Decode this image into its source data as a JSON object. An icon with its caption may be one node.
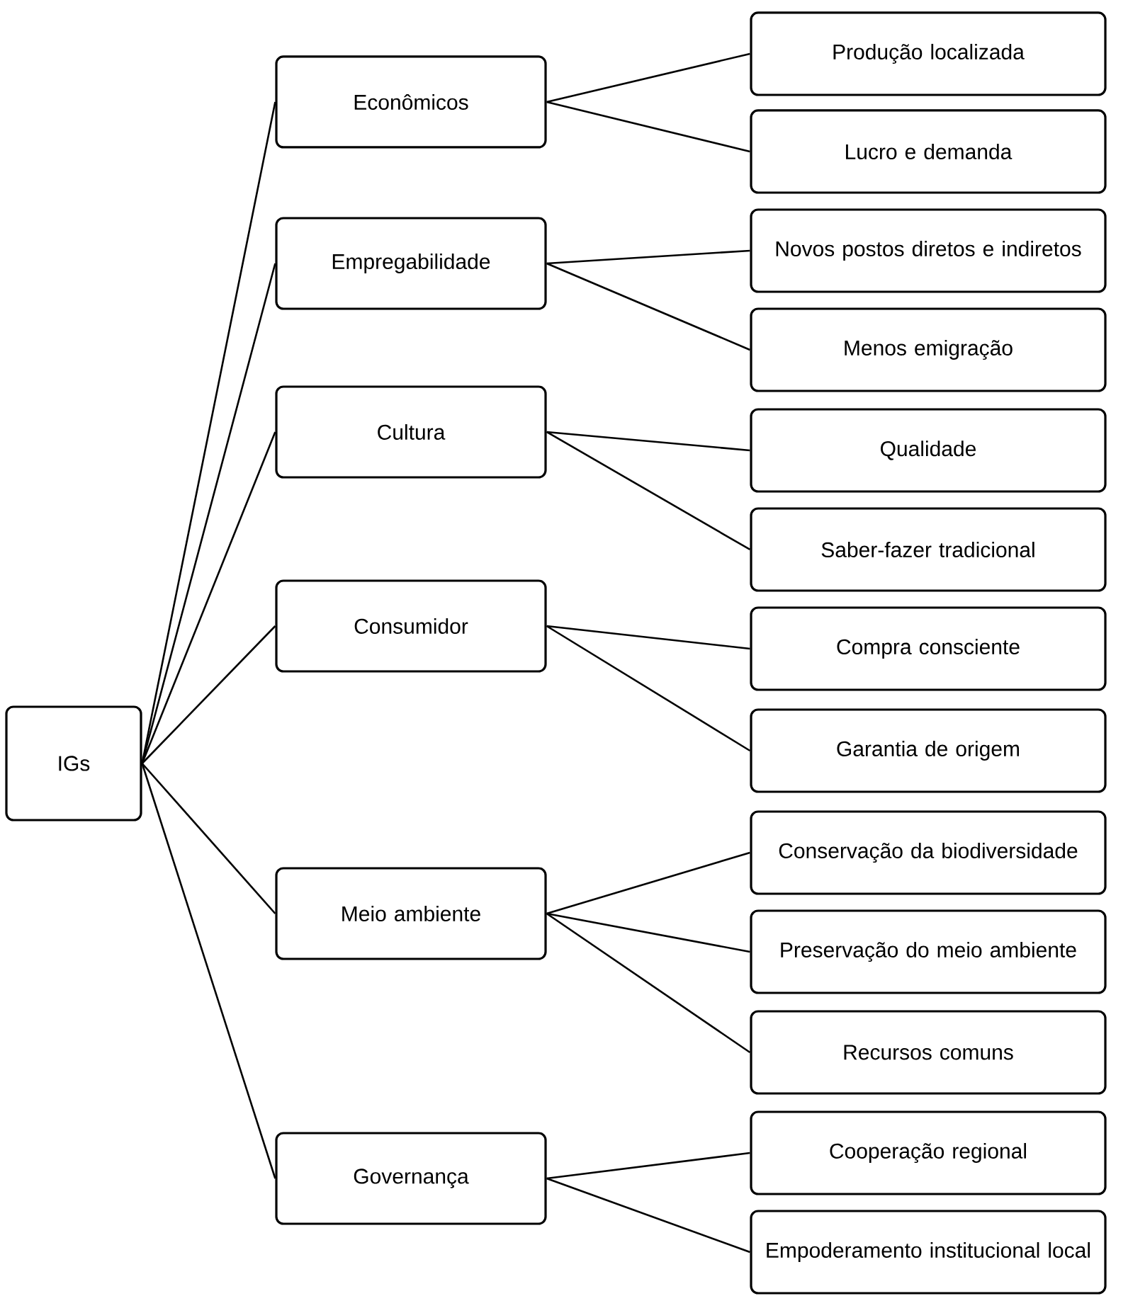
{
  "diagram": {
    "nodes": [
      {
        "text": [
          "IGs"
        ]
      },
      {
        "text": [
          "Econômicos"
        ]
      },
      {
        "text": [
          "Produção localizada"
        ]
      },
      {
        "text": [
          "Lucro e demanda"
        ]
      },
      {
        "text": [
          "Empregabilidade"
        ]
      },
      {
        "text": [
          "Novos postos diretos e indiretos"
        ]
      },
      {
        "text": [
          "Menos emigração"
        ]
      },
      {
        "text": [
          "Cultura"
        ]
      },
      {
        "text": [
          "Qualidade"
        ]
      },
      {
        "text": [
          "Saber-fazer tradicional"
        ]
      },
      {
        "text": [
          "Consumidor"
        ]
      },
      {
        "text": [
          "Compra consciente"
        ]
      },
      {
        "text": [
          "Garantia de origem"
        ]
      },
      {
        "text": [
          "Meio ambiente"
        ]
      },
      {
        "text": [
          "Conservação da biodiversidade"
        ]
      },
      {
        "text": [
          "Preservação do meio ambiente"
        ]
      },
      {
        "text": [
          "Recursos comuns"
        ]
      },
      {
        "text": [
          "Governança"
        ]
      },
      {
        "text": [
          "Cooperação regional"
        ]
      },
      {
        "text": [
          "Empoderamento institucional local"
        ]
      }
    ],
    "edges": [
      {
        "from": 0,
        "to": 1,
        "arrow": "none"
      },
      {
        "from": 0,
        "to": 4,
        "arrow": "none"
      },
      {
        "from": 0,
        "to": 7,
        "arrow": "none"
      },
      {
        "from": 0,
        "to": 10,
        "arrow": "none"
      },
      {
        "from": 0,
        "to": 13,
        "arrow": "none"
      },
      {
        "from": 0,
        "to": 17,
        "arrow": "none"
      },
      {
        "from": 1,
        "to": 2,
        "arrow": "none"
      },
      {
        "from": 1,
        "to": 3,
        "arrow": "none"
      },
      {
        "from": 4,
        "to": 5,
        "arrow": "none"
      },
      {
        "from": 4,
        "to": 6,
        "arrow": "none"
      },
      {
        "from": 7,
        "to": 8,
        "arrow": "none"
      },
      {
        "from": 7,
        "to": 9,
        "arrow": "none"
      },
      {
        "from": 10,
        "to": 11,
        "arrow": "none"
      },
      {
        "from": 10,
        "to": 12,
        "arrow": "none"
      },
      {
        "from": 13,
        "to": 14,
        "arrow": "none"
      },
      {
        "from": 13,
        "to": 15,
        "arrow": "none"
      },
      {
        "from": 13,
        "to": 16,
        "arrow": "none"
      },
      {
        "from": 17,
        "to": 18,
        "arrow": "none"
      },
      {
        "from": 17,
        "to": 19,
        "arrow": "none"
      }
    ]
  }
}
